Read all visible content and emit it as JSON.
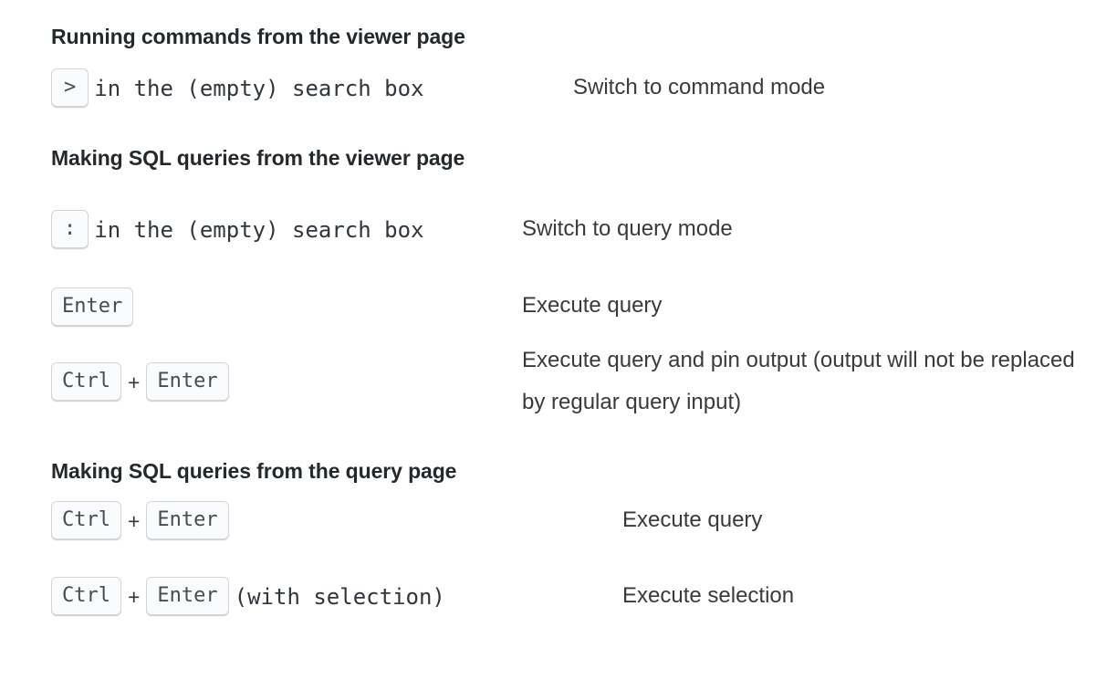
{
  "sections": [
    {
      "heading": "Running commands from the viewer page",
      "rows": [
        {
          "keys": [
            {
              "type": "kbd",
              "label": ">"
            },
            {
              "type": "text",
              "label": "in the (empty) search box"
            }
          ],
          "description": "Switch to command mode"
        }
      ]
    },
    {
      "heading": "Making SQL queries from the viewer page",
      "rows": [
        {
          "keys": [
            {
              "type": "kbd",
              "label": ":"
            },
            {
              "type": "text",
              "label": "in the (empty) search box"
            }
          ],
          "description": "Switch to query mode"
        },
        {
          "keys": [
            {
              "type": "kbd",
              "label": "Enter"
            }
          ],
          "description": "Execute query"
        },
        {
          "keys": [
            {
              "type": "kbd",
              "label": "Ctrl"
            },
            {
              "type": "plus",
              "label": "+"
            },
            {
              "type": "kbd",
              "label": "Enter"
            }
          ],
          "description": "Execute query and pin output (output will not be replaced by regular query input)"
        }
      ]
    },
    {
      "heading": "Making SQL queries from the query page",
      "rows": [
        {
          "keys": [
            {
              "type": "kbd",
              "label": "Ctrl"
            },
            {
              "type": "plus",
              "label": "+"
            },
            {
              "type": "kbd",
              "label": "Enter"
            }
          ],
          "description": "Execute query"
        },
        {
          "keys": [
            {
              "type": "kbd",
              "label": "Ctrl"
            },
            {
              "type": "plus",
              "label": "+"
            },
            {
              "type": "kbd",
              "label": "Enter"
            },
            {
              "type": "text",
              "label": "(with selection)"
            }
          ],
          "description": "Execute selection"
        }
      ]
    }
  ],
  "colors": {
    "background": "#ffffff",
    "heading_text": "#24292e",
    "body_text": "#3a3a3a",
    "mono_text": "#2f363d",
    "kbd_background": "#fafbfc",
    "kbd_border": "#d1d5da",
    "kbd_text": "#444d56"
  }
}
